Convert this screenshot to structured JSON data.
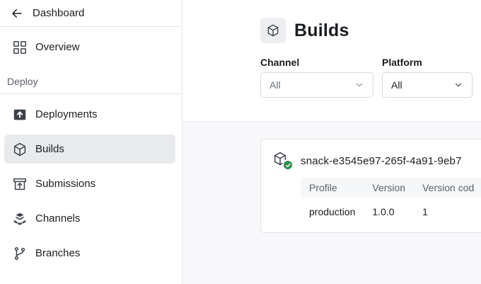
{
  "sidebar": {
    "back_label": "Dashboard",
    "overview_label": "Overview",
    "section_label": "Deploy",
    "items": [
      {
        "label": "Deployments",
        "icon": "deployments-icon"
      },
      {
        "label": "Builds",
        "icon": "cube-icon",
        "active": true
      },
      {
        "label": "Submissions",
        "icon": "submissions-icon"
      },
      {
        "label": "Channels",
        "icon": "channels-icon"
      },
      {
        "label": "Branches",
        "icon": "branch-icon"
      }
    ]
  },
  "main": {
    "title": "Builds",
    "filters": [
      {
        "label": "Channel",
        "value": "All"
      },
      {
        "label": "Platform",
        "value": "All"
      }
    ],
    "build": {
      "name": "snack-e3545e97-265f-4a91-9eb7",
      "status": "success",
      "columns": [
        "Profile",
        "Version",
        "Version cod"
      ],
      "values": [
        "production",
        "1.0.0",
        "1"
      ]
    }
  },
  "colors": {
    "active_bg": "#e8eaed",
    "success": "#2e8f4e",
    "border": "#e4e6ea"
  }
}
